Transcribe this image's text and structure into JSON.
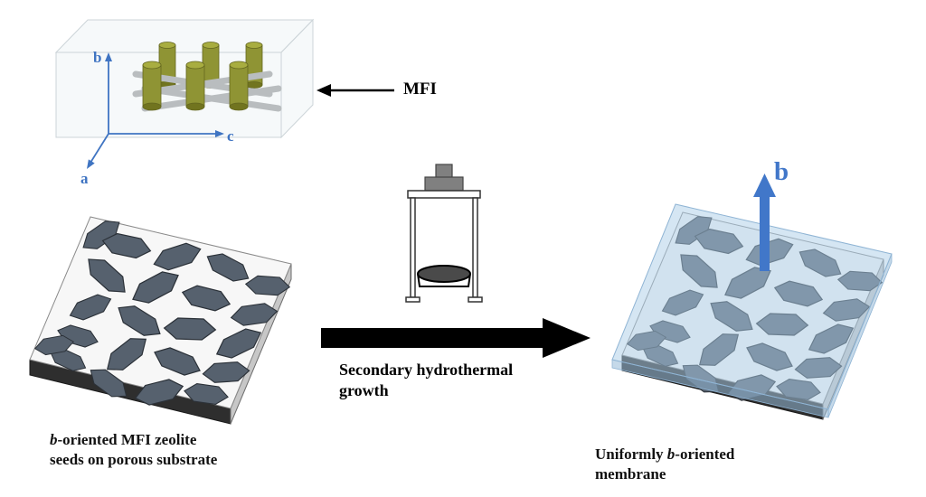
{
  "diagram": {
    "axes": {
      "a": "a",
      "b": "b",
      "c": "c"
    },
    "mfi_label": "MFI",
    "membrane_b_label": "b",
    "process": {
      "line1": "Secondary hydrothermal",
      "line2": "growth"
    },
    "left_caption": {
      "italic": "b",
      "after_italic": "-oriented MFI zeolite",
      "line2": "seeds on porous substrate"
    },
    "right_caption": {
      "before_italic": "Uniformly ",
      "italic": "b",
      "after_italic": "-oriented",
      "line2": "membrane"
    },
    "colors": {
      "axis_blue": "#3f74c2",
      "membrane_arrow_blue": "#4177c9",
      "process_arrow_black": "#000000",
      "crystal_gray": "#56616e",
      "cylinder_olive": "#8f9434",
      "membrane_blue": "#abcde7",
      "substrate_top_gray": "#f7f7f7",
      "substrate_edge_dark": "#2e2e2e"
    }
  }
}
